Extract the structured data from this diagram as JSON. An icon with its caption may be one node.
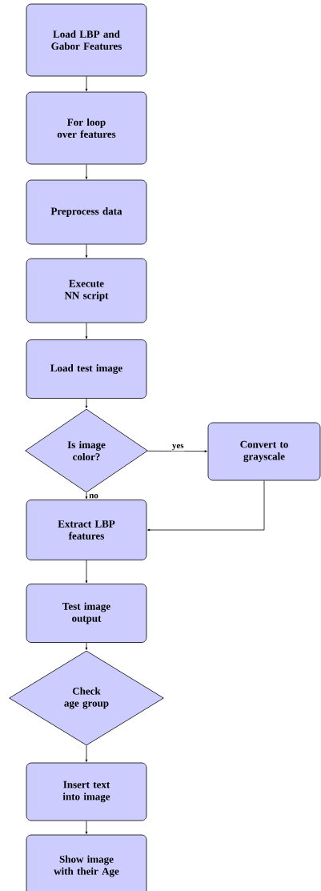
{
  "diagram": {
    "nodes": [
      {
        "text": [
          "Load LBP and Gabor Features"
        ]
      },
      {
        "text": [
          "For loop over features"
        ]
      },
      {
        "text": [
          "Preprocess data"
        ]
      },
      {
        "text": [
          "Execute NN script"
        ]
      },
      {
        "text": [
          "Load test image"
        ]
      },
      {
        "text": [
          "Is image color?"
        ]
      },
      {
        "text": [
          "Convert to grayscale"
        ]
      },
      {
        "text": [
          "Extract LBP features"
        ]
      },
      {
        "text": [
          "Test image output"
        ]
      },
      {
        "text": [
          "Check age group"
        ]
      },
      {
        "text": [
          "Insert text into image"
        ]
      },
      {
        "text": [
          "Show image with their Age"
        ]
      }
    ],
    "edges": [
      {
        "from": 0,
        "to": 1,
        "arrow": "to"
      },
      {
        "from": 1,
        "to": 2,
        "arrow": "to"
      },
      {
        "from": 2,
        "to": 3,
        "arrow": "to"
      },
      {
        "from": 3,
        "to": 4,
        "arrow": "to"
      },
      {
        "from": 4,
        "to": 5,
        "arrow": "to"
      },
      {
        "from": 5,
        "to": 6,
        "arrow": "to",
        "label": "yes"
      },
      {
        "from": 5,
        "to": 7,
        "arrow": "to",
        "label": "no"
      },
      {
        "from": 6,
        "to": 7,
        "arrow": "to"
      },
      {
        "from": 7,
        "to": 8,
        "arrow": "to"
      },
      {
        "from": 8,
        "to": 9,
        "arrow": "to"
      },
      {
        "from": 9,
        "to": 10,
        "arrow": "to"
      },
      {
        "from": 10,
        "to": 11,
        "arrow": "to"
      }
    ]
  }
}
